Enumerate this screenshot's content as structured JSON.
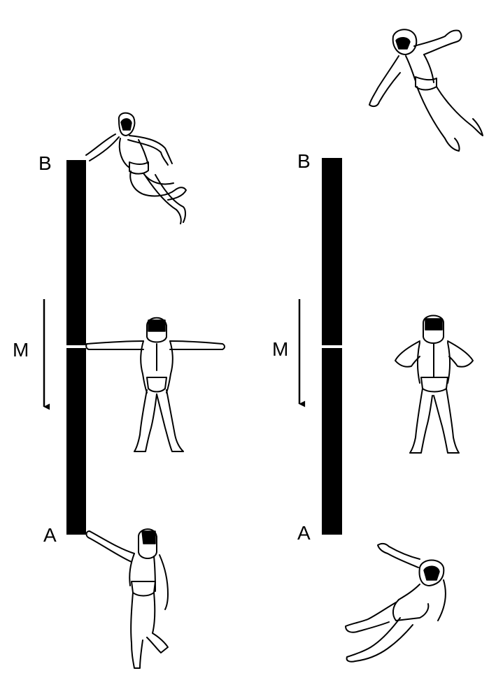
{
  "left_panel": {
    "label_top": "B",
    "label_bottom": "A",
    "arrow_label": "M"
  },
  "right_panel": {
    "label_top": "B",
    "label_bottom": "A",
    "arrow_label": "M"
  },
  "colors": {
    "ink": "#000000",
    "background": "#ffffff"
  }
}
